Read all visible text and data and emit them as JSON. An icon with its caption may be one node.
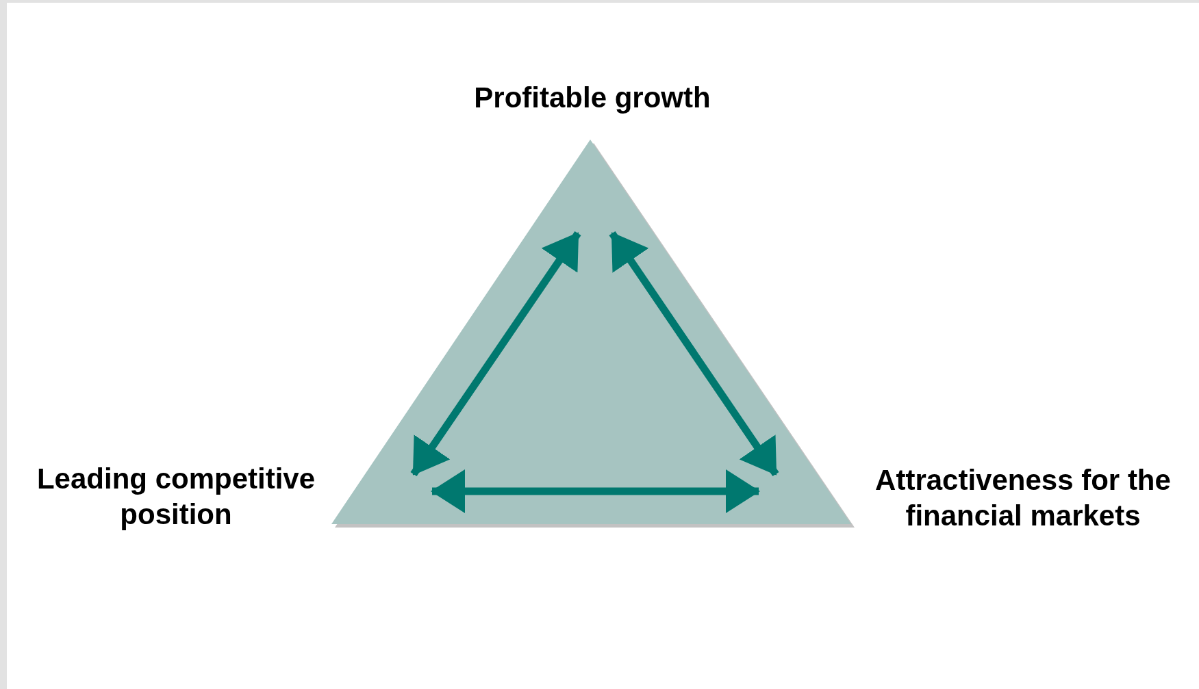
{
  "diagram": {
    "nodes": [
      {
        "text": [],
        "shape": "triangle"
      },
      {
        "text": [
          "Profitable growth"
        ]
      },
      {
        "text": [
          "Leading competitive position"
        ]
      },
      {
        "text": [
          "Attractiveness for the financial markets"
        ]
      }
    ]
  }
}
